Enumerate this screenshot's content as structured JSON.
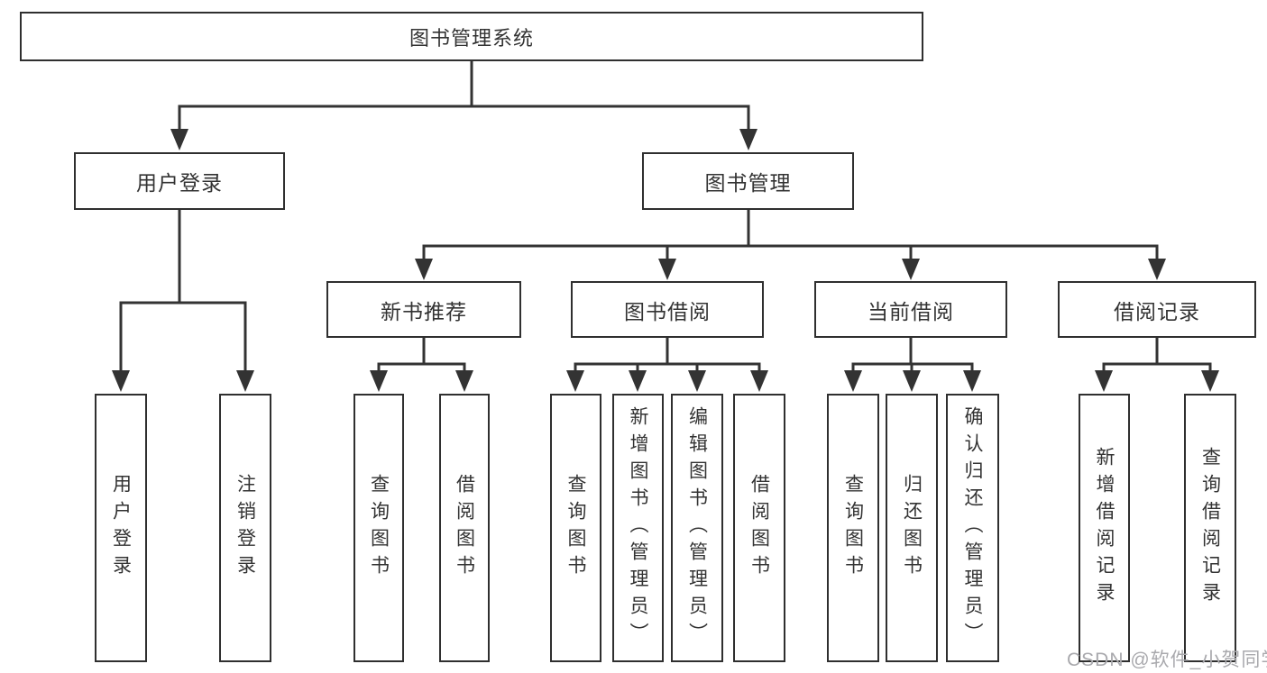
{
  "colors": {
    "line": "#333333",
    "box_border": "#2f2f2f",
    "box_fill": "#ffffff",
    "text": "#333333",
    "watermark": "#a9a9ad",
    "background": "#ffffff"
  },
  "tree": {
    "root": {
      "label": "图书管理系统"
    },
    "branches": [
      {
        "label": "用户登录",
        "children": [
          {
            "label": "用户登录"
          },
          {
            "label": "注销登录"
          }
        ]
      },
      {
        "label": "图书管理",
        "children": [
          {
            "label": "新书推荐",
            "children": [
              {
                "label": "查询图书"
              },
              {
                "label": "借阅图书"
              }
            ]
          },
          {
            "label": "图书借阅",
            "children": [
              {
                "label": "查询图书"
              },
              {
                "label": "新增图书（管理员）"
              },
              {
                "label": "编辑图书（管理员）"
              },
              {
                "label": "借阅图书"
              }
            ]
          },
          {
            "label": "当前借阅",
            "children": [
              {
                "label": "查询图书"
              },
              {
                "label": "归还图书"
              },
              {
                "label": "确认归还（管理员）"
              }
            ]
          },
          {
            "label": "借阅记录",
            "children": [
              {
                "label": "新增借阅记录"
              },
              {
                "label": "查询借阅记录"
              }
            ]
          }
        ]
      }
    ]
  },
  "watermark": {
    "text": "CSDN @软件_小贺同学"
  }
}
